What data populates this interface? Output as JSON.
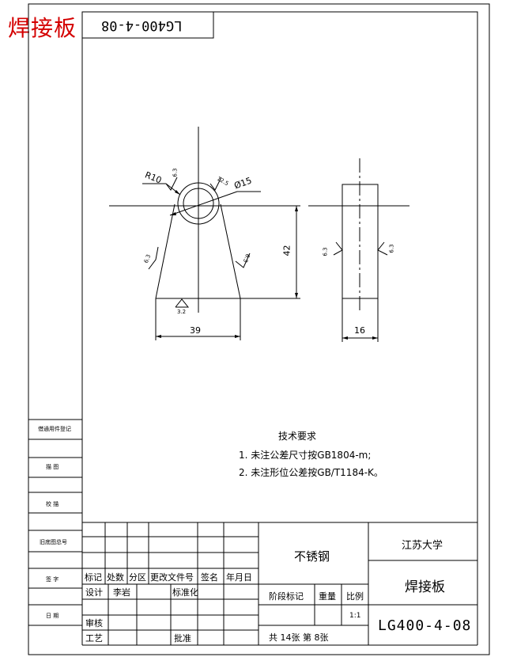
{
  "header": {
    "red_title": "焊接板",
    "mirrored_code": "LG400-4-08"
  },
  "dimensions": {
    "radius": "R10",
    "diameter": "Ø15",
    "height": "42",
    "width_front": "39",
    "width_side": "16"
  },
  "roughness": {
    "r1": "6.3",
    "r2": "12.5",
    "r3": "6.3",
    "r4": "6.3",
    "r5": "3.2",
    "r6": "6.3",
    "r7": "6.3"
  },
  "requirements": {
    "title": "技术要求",
    "items": [
      "1. 未注公差尺寸按GB1804-m;",
      "2. 未注形位公差按GB/T1184-K。"
    ]
  },
  "side_panel": [
    "借通用件登记",
    "描 图",
    "校 描",
    "旧底图总号",
    "签 字",
    "日 期"
  ],
  "title_block": {
    "material": "不锈钢",
    "university": "江苏大学",
    "part_name": "焊接板",
    "drawing_number": "LG400-4-08",
    "labels": {
      "biaoji": "标记",
      "chushu": "处数",
      "fenqu": "分区",
      "genggai": "更改文件号",
      "qianming": "签名",
      "nianyueri": "年月日",
      "sheji": "设计",
      "designer": "李岩",
      "biaozhunhua": "标准化",
      "shenhe": "审核",
      "gongyi": "工艺",
      "pizhun": "批准",
      "jieduan": "阶段标记",
      "zhongliang": "重量",
      "bili": "比例",
      "scale": "1:1",
      "sheets": "共 14张 第 8张"
    }
  }
}
